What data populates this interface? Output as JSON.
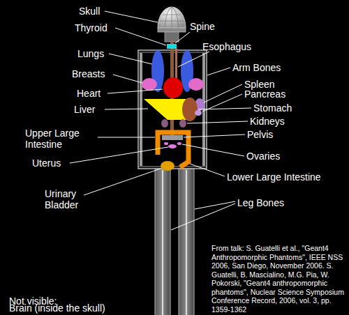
{
  "diagram": {
    "labels": [
      "Skull",
      "Thyroid",
      "Spine",
      "Lungs",
      "Esophagus",
      "Breasts",
      "Arm Bones",
      "Heart",
      "Spleen",
      "Pancreas",
      "Liver",
      "Stomach",
      "Kidneys",
      "Upper Large Intestine",
      "Pelvis",
      "Ovaries",
      "Uterus",
      "Lower Large Intestine",
      "Urinary Bladder",
      "Leg Bones",
      "From talk: S. Guatelli et al., \"Geant4 Anthropomorphic Phantoms\", IEEE NSS 2006, San Diego, November 2006. S. Guatelli, B. Mascialino, M.G. Pia, W. Pokorski, \"Geant4 anthropomorphic phantoms\", Nuclear Science Symposium Conference Record, 2006, vol. 3, pp. 1359-1362",
      "Not visible:",
      "Brain (inside the skull)"
    ]
  }
}
